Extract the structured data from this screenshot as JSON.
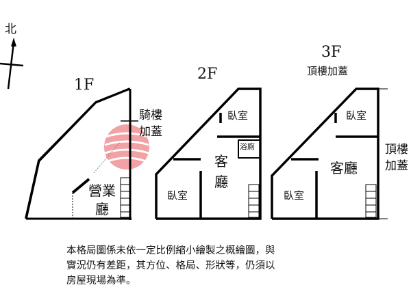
{
  "compass": {
    "north_label": "北"
  },
  "floors": [
    {
      "title": "1F",
      "rooms": [
        "營業",
        "廳"
      ],
      "annex": [
        "騎樓",
        "加蓋"
      ]
    },
    {
      "title": "2F",
      "rooms": [
        "臥室",
        "客",
        "廳",
        "臥室",
        "浴廁"
      ]
    },
    {
      "title": "3F",
      "subtitle": "頂樓加蓋",
      "rooms": [
        "臥室",
        "客廳",
        "臥室"
      ],
      "annex": [
        "頂樓",
        "加蓋"
      ]
    }
  ],
  "disclaimer": [
    "本格局圖係未依一定比例縮小繪製之概繪圖，與",
    "實況仍有差距，其方位、格局、形狀等，仍須以",
    "房屋現場為準。"
  ],
  "colors": {
    "wall": "#000000",
    "watermark": "#e8555a"
  }
}
